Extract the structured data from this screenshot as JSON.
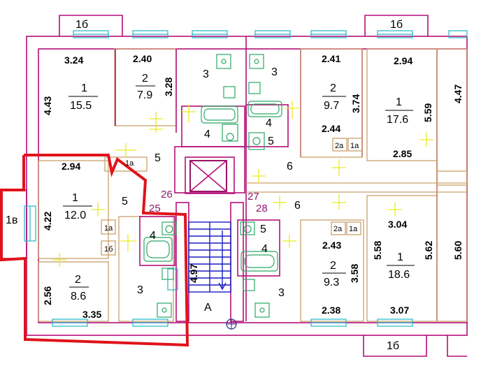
{
  "balconies": {
    "top_left": "1б",
    "top_right": "1б",
    "left": "1в",
    "bottom_right": "1б"
  },
  "stair_label": "А",
  "stair_dim": "4.97",
  "landings": {
    "a": "26",
    "b": "25",
    "c": "27",
    "d": "28"
  },
  "dims": {
    "d324": "3.24",
    "d240": "2.40",
    "d241": "2.41",
    "d294a": "2.94",
    "d294b": "2.94",
    "d443": "4.43",
    "d328": "3.28",
    "d374": "3.74",
    "d559": "5.59",
    "d447": "4.47",
    "d244": "2.44",
    "d285": "2.85",
    "d422": "4.22",
    "d256": "2.56",
    "d335": "3.35",
    "d304": "3.04",
    "d243": "2.43",
    "d358": "3.58",
    "d558": "5.58",
    "d562": "5.62",
    "d560": "5.60",
    "d238": "2.38",
    "d307": "3.07"
  },
  "rooms": {
    "r1_num": "1",
    "r1_area": "15.5",
    "r2_num": "2",
    "r2_area": "7.9",
    "r3a": "3",
    "r3b": "3",
    "r3c": "3",
    "r3d": "3",
    "r4a": "4",
    "r4b": "4",
    "r4c": "4",
    "r4d": "4",
    "r5a": "5",
    "r5b": "5",
    "r5c": "5",
    "r5d": "5",
    "r6a": "6",
    "r6b": "6",
    "tr2_num": "2",
    "tr2_area": "9.7",
    "tr1_num": "1",
    "tr1_area": "17.6",
    "lr1_num": "1",
    "lr1_area": "12.0",
    "lr2_num": "2",
    "lr2_area": "8.6",
    "br2_num": "2",
    "br2_area": "9.3",
    "br1_num": "1",
    "br1_area": "18.6"
  },
  "closets": {
    "c1a_l": "1а",
    "c1a_m": "1а",
    "c1b_m": "1б",
    "c2a_t": "2а",
    "c1a_t": "1а",
    "c2a_b": "2а",
    "c1a_b": "1а"
  }
}
